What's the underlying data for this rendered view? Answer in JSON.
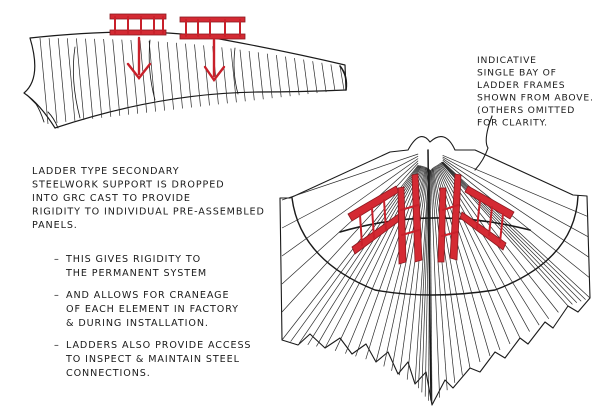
{
  "annotation_top": {
    "lines": [
      "INDICATIVE",
      "SINGLE BAY OF",
      "LADDER FRAMES",
      "SHOWN FROM ABOVE.",
      "(OTHERS OMITTED",
      "FOR CLARITY."
    ]
  },
  "annotation_main": {
    "lines": [
      "LADDER TYPE SECONDARY",
      "STEELWORK SUPPORT IS DROPPED",
      "INTO GRC CAST TO PROVIDE",
      "RIGIDITY TO INDIVIDUAL PRE-ASSEMBLED",
      "PANELS."
    ]
  },
  "bullets": [
    {
      "dash": "–",
      "lines": [
        "THIS GIVES RIGIDITY TO",
        "THE PERMANENT SYSTEM"
      ]
    },
    {
      "dash": "–",
      "lines": [
        "AND ALLOWS FOR CRANEAGE",
        "OF EACH ELEMENT IN FACTORY",
        "& DURING INSTALLATION."
      ]
    },
    {
      "dash": "–",
      "lines": [
        "LADDERS ALSO PROVIDE ACCESS",
        "TO INSPECT & MAINTAIN STEEL",
        "CONNECTIONS."
      ]
    }
  ],
  "colors": {
    "ink": "#1a1a1a",
    "accent_red": "#c8202a",
    "background": "#ffffff"
  }
}
